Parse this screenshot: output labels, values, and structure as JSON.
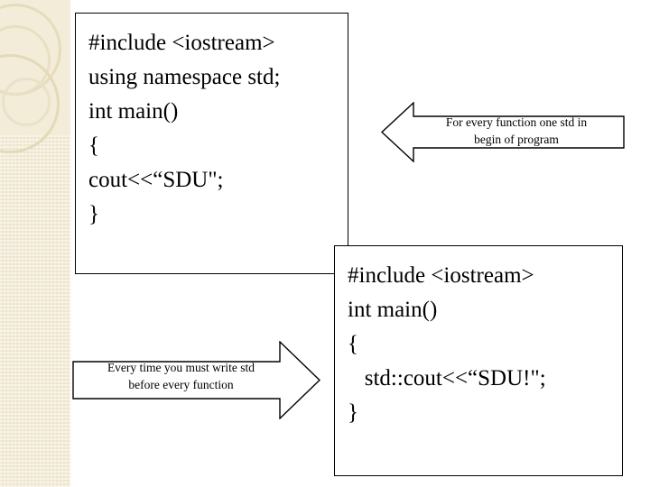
{
  "slide": {
    "background_color": "#ffffff",
    "accent_band_color": "#ece3c8"
  },
  "code_box_1": {
    "lines": [
      "#include <iostream>",
      "using namespace std;",
      "int main()",
      "{",
      "cout<<“SDU\";",
      "}"
    ]
  },
  "code_box_2": {
    "lines": [
      "#include <iostream>",
      "int main()",
      "{",
      "   std::cout<<“SDU!\";",
      "}"
    ]
  },
  "annotation_arrow_left": {
    "direction": "left",
    "text_lines": [
      "For every function one std in",
      "begin of program"
    ]
  },
  "annotation_arrow_right": {
    "direction": "right",
    "text_lines": [
      "Every time you must write std",
      "before every function"
    ]
  }
}
